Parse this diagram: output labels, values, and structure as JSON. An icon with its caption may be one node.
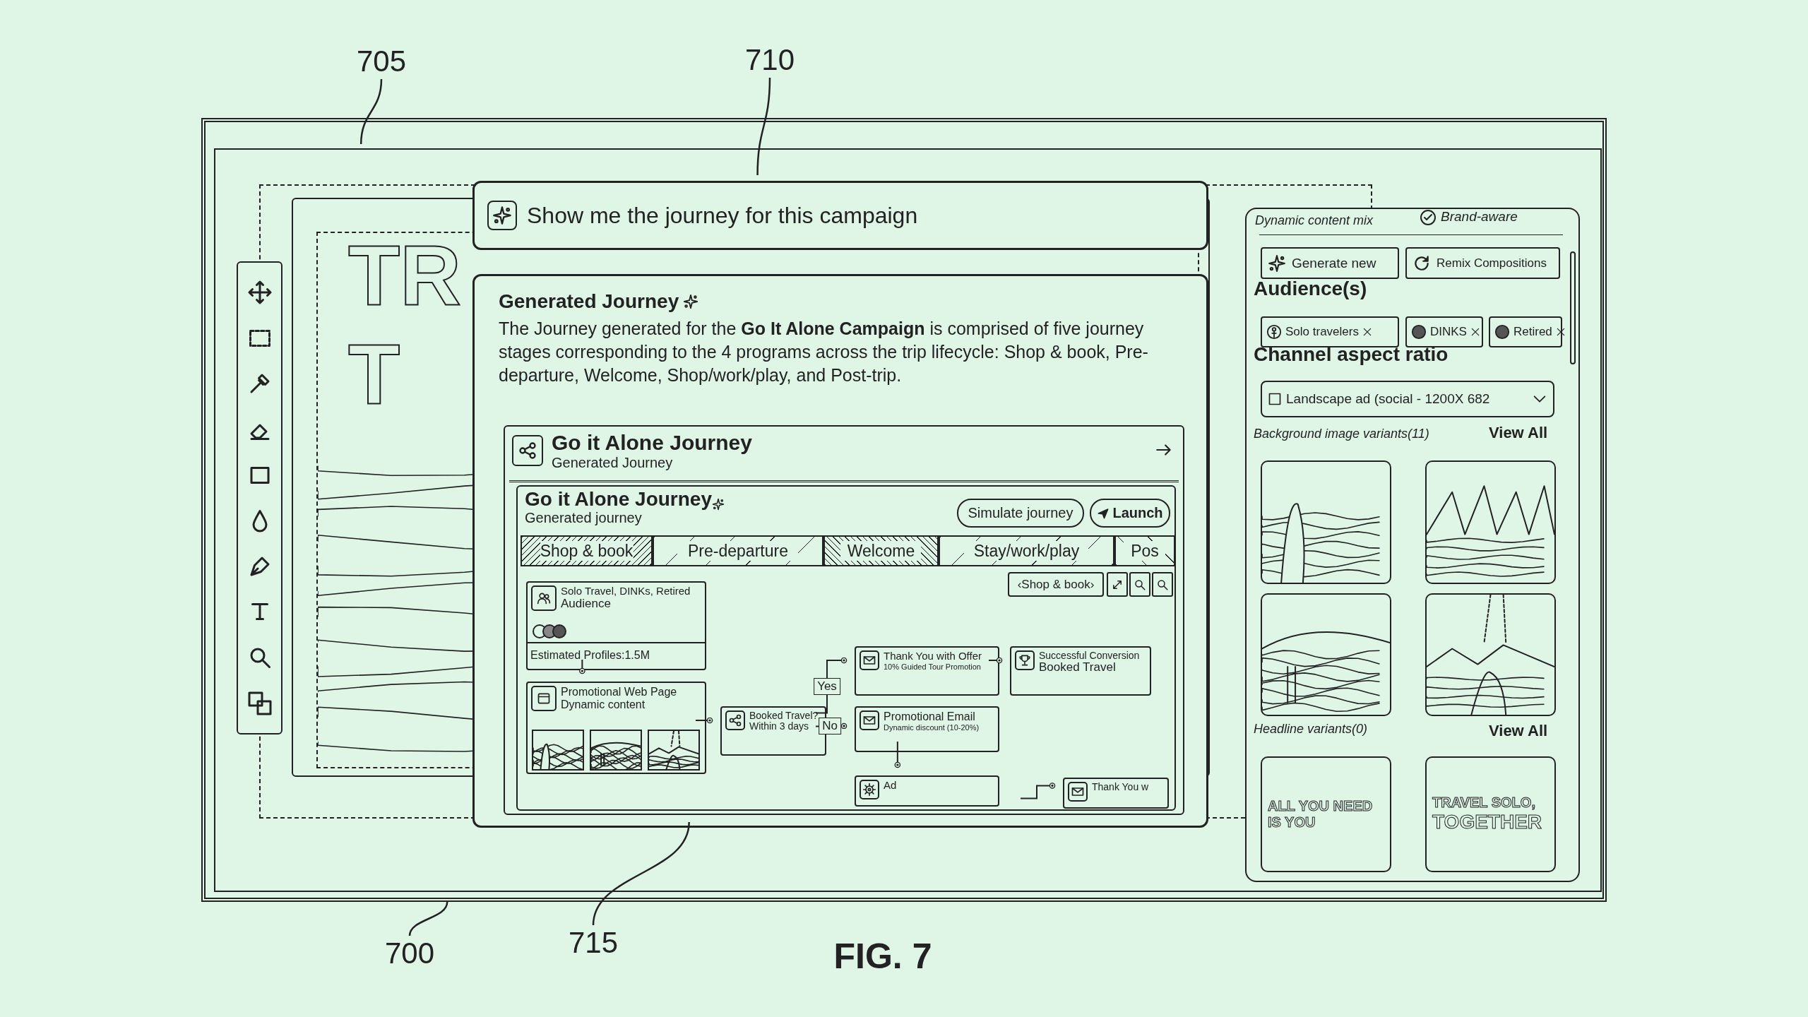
{
  "diagram": {
    "caption": "FIG. 7",
    "nodes": [
      {
        "text": [
          "705"
        ]
      },
      {
        "text": [
          "710"
        ]
      },
      {
        "text": [],
        "shape": "box"
      },
      {
        "text": [],
        "shape": "box",
        "in": 2
      },
      {
        "text": [
          "Show me the journey for this campaign"
        ],
        "in": 3
      },
      {
        "text": [
          "Generated Journey",
          "The Journey generated for the **Go It Alone Campaign** is comprised of five journey stages corresponding to the 4 programs across the trip lifecycle: Shop & book, Pre-departure, Welcome, Shop/work/play, and Post-trip."
        ],
        "in": 3
      },
      {
        "text": [
          "Go it Alone Journey",
          "Generated Journey"
        ],
        "in": 5
      },
      {
        "text": [
          "Go it Alone Journey",
          "Generated journey"
        ],
        "in": 6
      },
      {
        "text": [
          "Simulate journey"
        ],
        "in": 7
      },
      {
        "text": [
          "Launch"
        ],
        "in": 7
      },
      {
        "text": [
          "Shop & book"
        ],
        "in": 7
      },
      {
        "text": [
          "Pre-departure"
        ],
        "in": 7
      },
      {
        "text": [
          "Welcome"
        ],
        "in": 7
      },
      {
        "text": [
          "Stay/work/play"
        ],
        "in": 7
      },
      {
        "text": [
          "Pos"
        ],
        "in": 7
      },
      {
        "text": [
          "‹Shop & book›"
        ],
        "in": 7
      },
      {
        "text": [
          "Solo Travel, DINKs, Retired",
          "Audience",
          "Estimated Profiles:1.5M"
        ],
        "in": 7
      },
      {
        "text": [
          "Promotional Web Page",
          "Dynamic content"
        ],
        "in": 7
      },
      {
        "text": [
          "Booked Travel? Within 3 days"
        ],
        "in": 7
      },
      {
        "text": [
          "Thank You with Offer",
          "10% Guided Tour Promotion"
        ],
        "in": 7
      },
      {
        "text": [
          "Successful Conversion",
          "Booked Travel"
        ],
        "in": 7
      },
      {
        "text": [
          "Promotional Email",
          "Dynamic discount (10-20%)"
        ],
        "in": 7
      },
      {
        "text": [
          "Ad"
        ],
        "in": 7
      },
      {
        "text": [
          "Thank You w"
        ],
        "in": 7
      },
      {
        "text": [
          "Dynamic content mix"
        ],
        "in": 3
      },
      {
        "text": [
          "Generate new"
        ],
        "in": 24
      },
      {
        "text": [
          "Remix Compositions"
        ],
        "in": 24
      },
      {
        "text": [
          "Solo travelers"
        ],
        "in": 24
      },
      {
        "text": [
          "DINKS"
        ],
        "in": 24
      },
      {
        "text": [
          "Retired"
        ],
        "in": 24
      },
      {
        "text": [
          "Landscape ad (social - 1200X 682"
        ],
        "in": 24
      },
      {
        "text": [],
        "shape": "picture",
        "in": 24
      },
      {
        "text": [],
        "shape": "picture",
        "in": 24
      },
      {
        "text": [],
        "shape": "picture",
        "in": 24
      },
      {
        "text": [],
        "shape": "picture",
        "in": 24
      },
      {
        "text": [
          "ALL YOU NEED IS YOU"
        ],
        "in": 24
      },
      {
        "text": [
          "TRAVEL SOLO,",
          "TOGETHER"
        ],
        "in": 24
      },
      {
        "text": [
          "715"
        ]
      },
      {
        "text": [
          "700"
        ]
      }
    ],
    "edges": [
      {
        "from": 0,
        "to": 3,
        "arrow": "none"
      },
      {
        "from": 1,
        "to": 4,
        "arrow": "none"
      },
      {
        "from": 37,
        "to": 5,
        "arrow": "none"
      },
      {
        "from": 38,
        "to": 2,
        "arrow": "none"
      },
      {
        "from": 16,
        "to": 17,
        "arrow": "other"
      },
      {
        "from": 17,
        "to": 18,
        "arrow": "other"
      },
      {
        "from": 18,
        "to": 19,
        "arrow": "other",
        "label": "Yes"
      },
      {
        "from": 18,
        "to": 21,
        "arrow": "other",
        "label": "No"
      },
      {
        "from": 19,
        "to": 20,
        "arrow": "other"
      },
      {
        "from": 21,
        "to": 22,
        "arrow": "other"
      },
      {
        "from": null,
        "to": 23,
        "arrow": "other"
      }
    ],
    "labels": [
      "Brand-aware",
      "Audience(s)",
      "Channel aspect ratio",
      "Background image variants(11)",
      "View All",
      "Headline variants(0)",
      "View All",
      "TR",
      "T"
    ]
  }
}
